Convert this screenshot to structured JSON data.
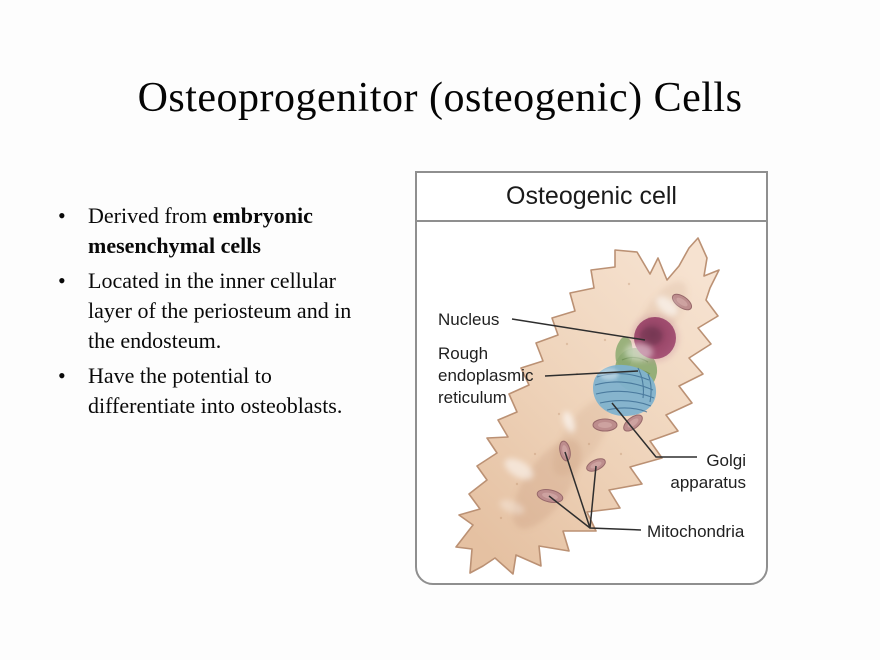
{
  "slide": {
    "title": "Osteoprogenitor (osteogenic) Cells",
    "bullet_char": "•",
    "bullets": [
      {
        "pre": "Derived from ",
        "bold": "embryonic mesenchymal cells",
        "post": ""
      },
      {
        "pre": "Located in the inner cellular layer of the periosteum and in the endosteum.",
        "bold": "",
        "post": ""
      },
      {
        "pre": "Have the potential to differentiate into osteoblasts.",
        "bold": "",
        "post": ""
      }
    ]
  },
  "figure": {
    "title": "Osteogenic cell",
    "labels": {
      "nucleus": "Nucleus",
      "rough_er": "Rough endoplasmic reticulum",
      "golgi": "Golgi apparatus",
      "mitochondria": "Mitochondria"
    },
    "colors": {
      "cell_body": "#efd4bb",
      "cell_outline": "#bb9174",
      "nucleus": "#9d4a6c",
      "golgi_green": "#8ba970",
      "er_blue": "#7fb2cd",
      "mitochondrion": "#bd8d8d",
      "leader_line": "#2e2e2e",
      "box_border": "#8f8f8f"
    }
  }
}
